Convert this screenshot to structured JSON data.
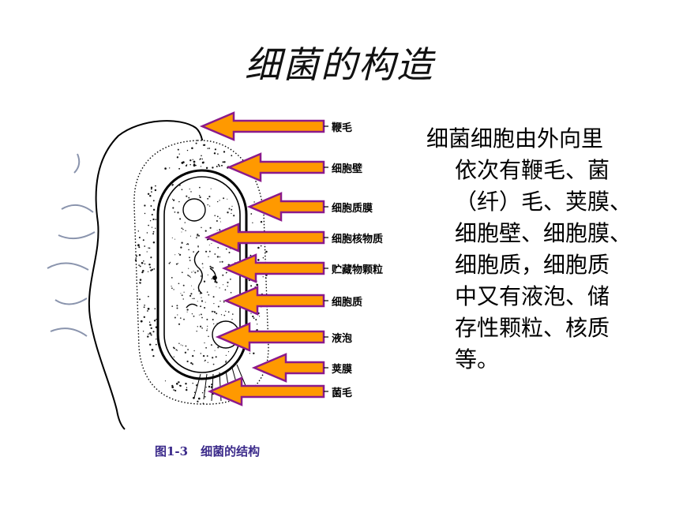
{
  "slide": {
    "title": "细菌的构造"
  },
  "diagram": {
    "labels": [
      {
        "id": "flagellum",
        "text": "鞭毛"
      },
      {
        "id": "cell-wall",
        "text": "细胞壁"
      },
      {
        "id": "cell-membrane",
        "text": "细胞质膜"
      },
      {
        "id": "nucleoid",
        "text": "细胞核物质"
      },
      {
        "id": "storage-granule",
        "text": "贮藏物颗粒"
      },
      {
        "id": "cytoplasm",
        "text": "细胞质"
      },
      {
        "id": "vacuole",
        "text": "液泡"
      },
      {
        "id": "capsule",
        "text": "荚膜"
      },
      {
        "id": "pili",
        "text": "菌毛"
      }
    ],
    "caption_number": "图1-3",
    "caption_text": "细菌的结构",
    "arrow_color": "#ff9900",
    "arrow_outline_color": "#8b1a8b"
  },
  "description": {
    "lines": [
      "细菌细胞由外向里",
      "依次有鞭毛、菌",
      "（纤）毛、荚膜、",
      "细胞壁、细胞膜、",
      "细胞质，细胞质",
      "中又有液泡、储",
      "存性颗粒、核质",
      "等。"
    ]
  }
}
